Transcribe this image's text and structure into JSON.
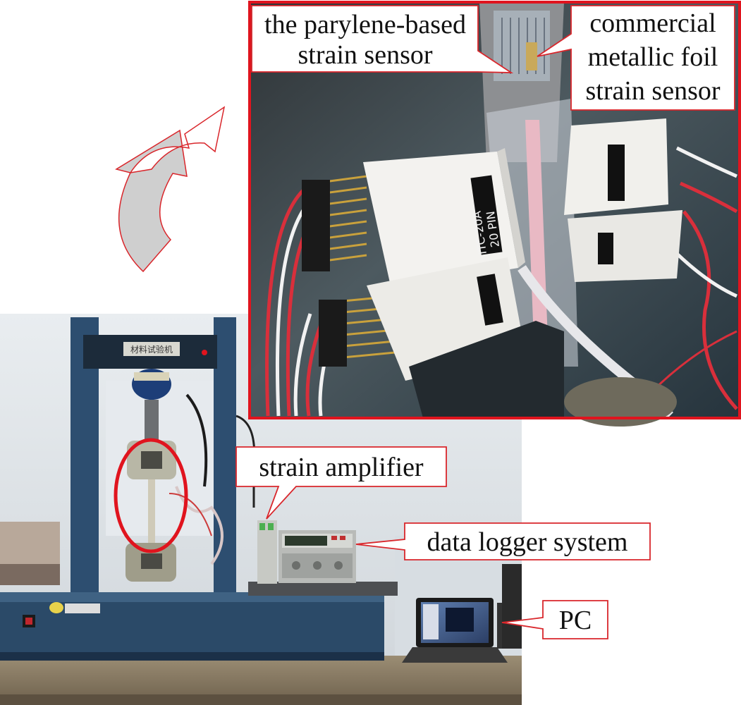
{
  "figure": {
    "callouts": {
      "parylene_sensor": [
        "the parylene-based",
        "strain sensor"
      ],
      "foil_sensor": [
        "commercial",
        "metallic foil",
        "strain sensor"
      ],
      "strain_amplifier": "strain amplifier",
      "data_logger": "data logger system",
      "pc": "PC"
    },
    "connector_label": [
      "ITC-20A",
      "20 PIN"
    ],
    "machine_plate": "材料试验机",
    "colors": {
      "callout_border": "#d9262b",
      "inset_border": "#e0141e",
      "highlight_ellipse": "#e0141e",
      "machine_blue": "#2d4e70",
      "connector_white": "#f3f2ef",
      "arrow_fill": "#cfcfcf"
    }
  }
}
